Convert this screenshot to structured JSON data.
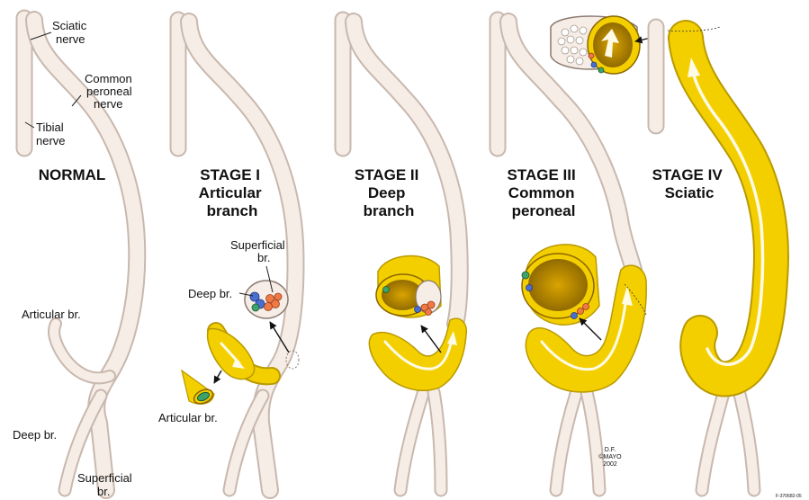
{
  "labels": {
    "sciatic": [
      "Sciatic",
      "nerve"
    ],
    "common_peroneal": [
      "Common",
      "peroneal",
      "nerve"
    ],
    "tibial": [
      "Tibial",
      "nerve"
    ],
    "articular_normal": "Articular br.",
    "deep_normal": "Deep br.",
    "superficial_normal": [
      "Superficial",
      "br."
    ],
    "superficial_stage1": [
      "Superficial",
      "br."
    ],
    "deep_stage1": "Deep br.",
    "articular_stage1": "Articular br."
  },
  "stages": [
    {
      "lines": [
        "NORMAL"
      ]
    },
    {
      "lines": [
        "STAGE I",
        "Articular",
        "branch"
      ]
    },
    {
      "lines": [
        "STAGE II",
        "Deep",
        "branch"
      ]
    },
    {
      "lines": [
        "STAGE III",
        "Common",
        "peroneal"
      ]
    },
    {
      "lines": [
        "STAGE IV",
        "Sciatic"
      ]
    }
  ],
  "signature": [
    "D.F.",
    "©MAYO",
    "2002"
  ],
  "figure_code": "F-370682-05",
  "colors": {
    "nerve": "#f6ede6",
    "nerve_outline": "#c8b8ae",
    "cyst": "#f4cf00",
    "cyst_dark": "#b99a00",
    "fascicle_orange": "#ef7a45",
    "fascicle_blue": "#4a6fd0",
    "fascicle_green": "#3da36a"
  }
}
